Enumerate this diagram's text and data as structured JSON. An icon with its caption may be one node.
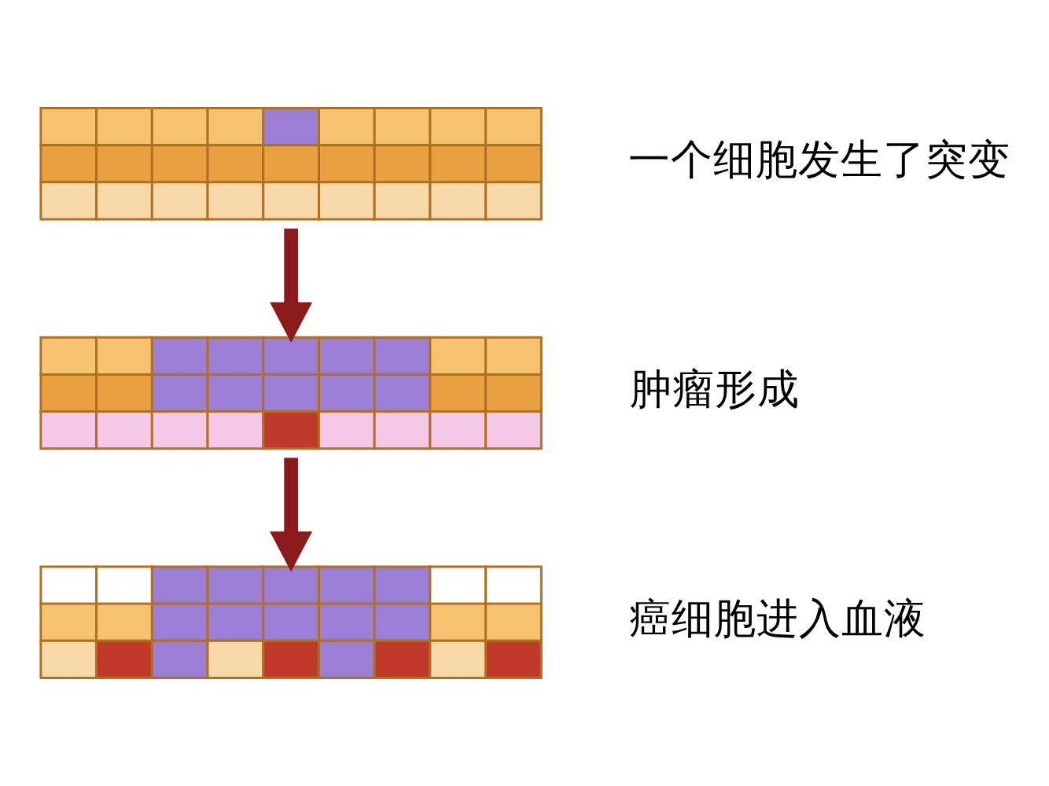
{
  "diagram": {
    "nodes": [
      {
        "text": [],
        "shape": "picture",
        "beside": [
          "一个细胞发生了突变"
        ]
      },
      {
        "text": [],
        "shape": "picture",
        "beside": [
          "肿瘤形成"
        ]
      },
      {
        "text": [],
        "shape": "picture",
        "beside": [
          "癌细胞进入血液"
        ]
      }
    ],
    "edges": [
      {
        "from": 0,
        "to": 1,
        "arrow": "to"
      },
      {
        "from": 1,
        "to": 2,
        "arrow": "to"
      }
    ]
  }
}
